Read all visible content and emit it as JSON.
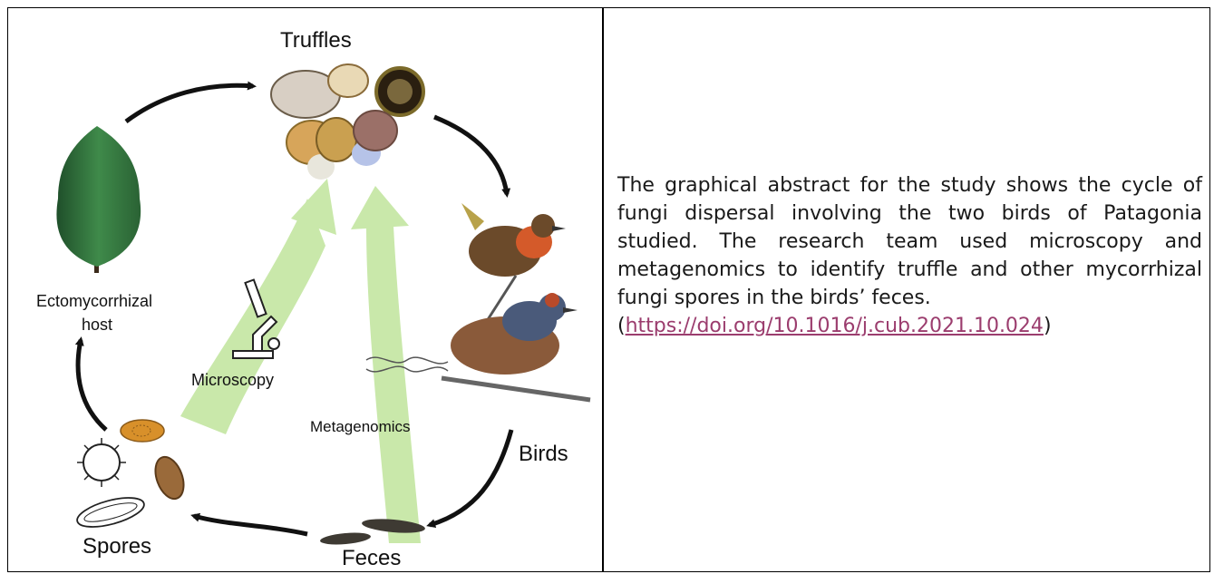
{
  "figure": {
    "labels": {
      "truffles": "Truffles",
      "host_line1": "Ectomycorrhizal",
      "host_line2": "host",
      "microscopy": "Microscopy",
      "metagenomics": "Metagenomics",
      "birds": "Birds",
      "spores": "Spores",
      "feces": "Feces"
    },
    "colors": {
      "tree": "#2f6b3a",
      "green_arrow": "#c5e6a4",
      "cycle_arrow": "#111111"
    }
  },
  "caption": {
    "text": "The graphical abstract for the study shows the cycle of fungi dispersal involving the two birds of Patagonia studied. The research team used microscopy and metagenomics to identify truffle and other mycorrhizal fungi spores in the birds’ feces.",
    "link_open": "(",
    "link": "https://doi.org/10.1016/j.cub.2021.10.024",
    "link_close": ")"
  }
}
